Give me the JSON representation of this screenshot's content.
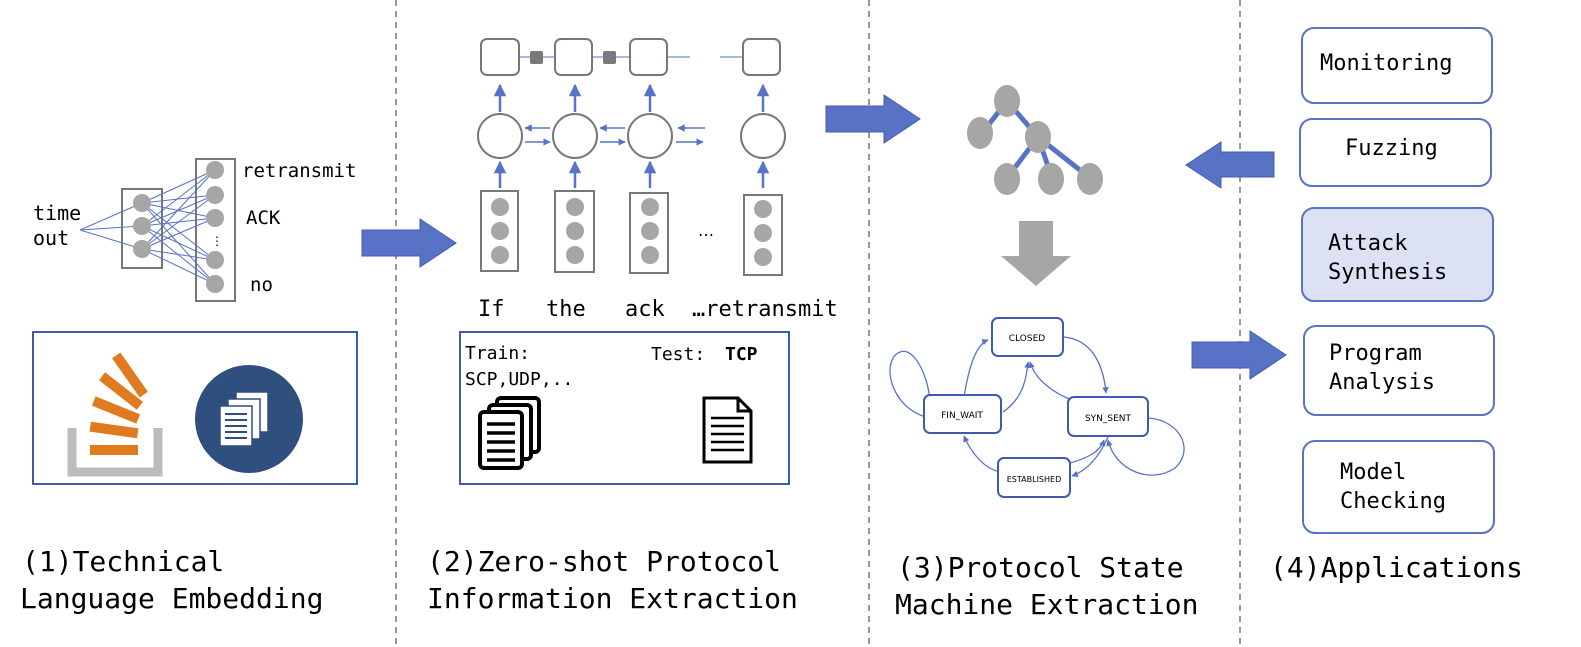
{
  "colors": {
    "accent_blue": "#5873c6",
    "gray_node": "#a6a6a6",
    "dark_gray": "#7a7a7a",
    "panel_border": "#3f5bb0",
    "highlight_fill": "#dce2f3",
    "stack_orange": "#e07a1f",
    "docs_circle": "#2f4f7f"
  },
  "icons": [
    "stackoverflow-logo-icon",
    "documents-circle-icon",
    "stacked-documents-icon",
    "document-icon",
    "tree-icon",
    "down-arrow-icon",
    "right-arrow-icon",
    "left-arrow-icon"
  ],
  "section1": {
    "input_label_line1": "time",
    "input_label_line2": "out",
    "output_retransmit": "retransmit",
    "output_ack": "ACK",
    "output_ellipsis": "⋮",
    "output_no": "no",
    "caption_line1": "(1)Technical",
    "caption_line2": "Language Embedding"
  },
  "section2": {
    "ellipsis_top": "…",
    "words": [
      "If",
      "the",
      "ack",
      "…retransmit"
    ],
    "ellipsis_mid": "…",
    "train_label": "Train:",
    "train_value": "SCP,UDP,..",
    "test_label": "Test:",
    "test_value": "TCP",
    "caption_line1": "(2)Zero-shot Protocol",
    "caption_line2": "Information Extraction"
  },
  "section3": {
    "states": {
      "closed": "CLOSED",
      "fin_wait": "FIN_WAIT",
      "syn_sent": "SYN_SENT",
      "established": "ESTABLISHED"
    },
    "caption_line1": "(3)Protocol State",
    "caption_line2": "Machine Extraction"
  },
  "section4": {
    "apps": [
      {
        "line1": "Monitoring",
        "line2": "",
        "highlight": false
      },
      {
        "line1": "Fuzzing",
        "line2": "",
        "highlight": false
      },
      {
        "line1": "Attack",
        "line2": "Synthesis",
        "highlight": true
      },
      {
        "line1": "Program",
        "line2": "Analysis",
        "highlight": false
      },
      {
        "line1": "Model",
        "line2": "Checking",
        "highlight": false
      }
    ],
    "caption": "(4)Applications"
  }
}
